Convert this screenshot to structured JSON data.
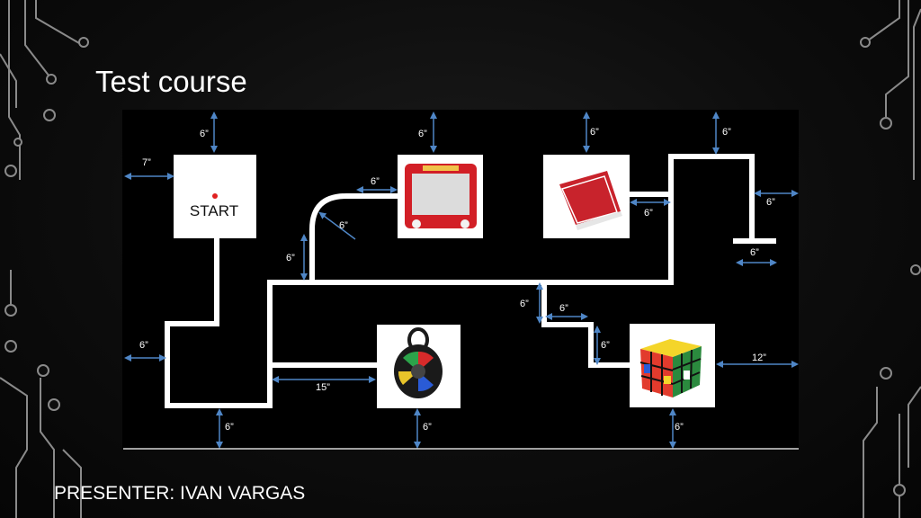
{
  "slide": {
    "title": "Test course",
    "presenter": "PRESENTER: IVAN VARGAS"
  },
  "course": {
    "start_label": "START",
    "dimensions": [
      {
        "id": "start-top",
        "label": "6”"
      },
      {
        "id": "start-left",
        "label": "7”"
      },
      {
        "id": "etch-top",
        "label": "6”"
      },
      {
        "id": "etch-left",
        "label": "6”"
      },
      {
        "id": "curve-radius",
        "label": "6”"
      },
      {
        "id": "curve-vertical",
        "label": "6”"
      },
      {
        "id": "cards-top",
        "label": "6”"
      },
      {
        "id": "cards-right",
        "label": "6”"
      },
      {
        "id": "gate-top",
        "label": "6”"
      },
      {
        "id": "gate-right",
        "label": "6”"
      },
      {
        "id": "finish-bar",
        "label": "6”"
      },
      {
        "id": "loop-left",
        "label": "6”"
      },
      {
        "id": "loop-bottom",
        "label": "6”"
      },
      {
        "id": "simon-gap",
        "label": "15”"
      },
      {
        "id": "simon-bottom",
        "label": "6”"
      },
      {
        "id": "step-vertical",
        "label": "6”"
      },
      {
        "id": "step-horizontal",
        "label": "6”"
      },
      {
        "id": "step-drop",
        "label": "6”"
      },
      {
        "id": "rubik-right",
        "label": "12”"
      },
      {
        "id": "rubik-bottom",
        "label": "6”"
      }
    ],
    "obstacles": [
      {
        "name": "etch-a-sketch",
        "color": "#d21f26"
      },
      {
        "name": "playing-cards",
        "color": "#c8232c"
      },
      {
        "name": "simon-game",
        "color": "#1a1a1a"
      },
      {
        "name": "rubiks-cube",
        "color": "#e23b2d"
      }
    ],
    "colors": {
      "track": "#ffffff",
      "dimension_arrows": "#4f86c6",
      "start_dot": "#e02020"
    }
  }
}
